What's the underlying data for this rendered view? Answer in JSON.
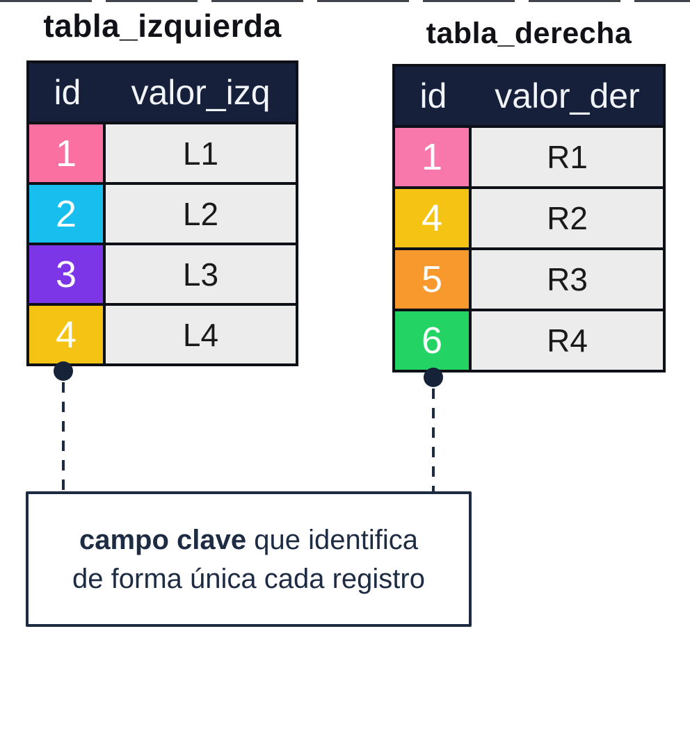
{
  "diagram": {
    "left_table": {
      "title": "tabla_izquierda",
      "columns": {
        "id": "id",
        "value": "valor_izq"
      },
      "rows": [
        {
          "id": "1",
          "value": "L1",
          "id_color": "#fa70a0"
        },
        {
          "id": "2",
          "value": "L2",
          "id_color": "#18bfee"
        },
        {
          "id": "3",
          "value": "L3",
          "id_color": "#7d35e8"
        },
        {
          "id": "4",
          "value": "L4",
          "id_color": "#f4c313"
        }
      ]
    },
    "right_table": {
      "title": "tabla_derecha",
      "columns": {
        "id": "id",
        "value": "valor_der"
      },
      "rows": [
        {
          "id": "1",
          "value": "R1",
          "id_color": "#f878ac"
        },
        {
          "id": "4",
          "value": "R2",
          "id_color": "#f4c313"
        },
        {
          "id": "5",
          "value": "R3",
          "id_color": "#f8992d"
        },
        {
          "id": "6",
          "value": "R4",
          "id_color": "#23d465"
        }
      ]
    },
    "annotation": {
      "bold": "campo clave",
      "line1_rest": " que identifica",
      "line2": "de forma única cada registro"
    },
    "colors": {
      "header_bg": "#16203a",
      "header_text": "#f1f4f9",
      "value_cell_bg": "#ececec",
      "value_cell_text": "#1a1a1a",
      "table_border": "#0d1016",
      "id_text": "#ffffff",
      "accent_dark": "#1d2b43",
      "title_text": "#101217"
    }
  }
}
